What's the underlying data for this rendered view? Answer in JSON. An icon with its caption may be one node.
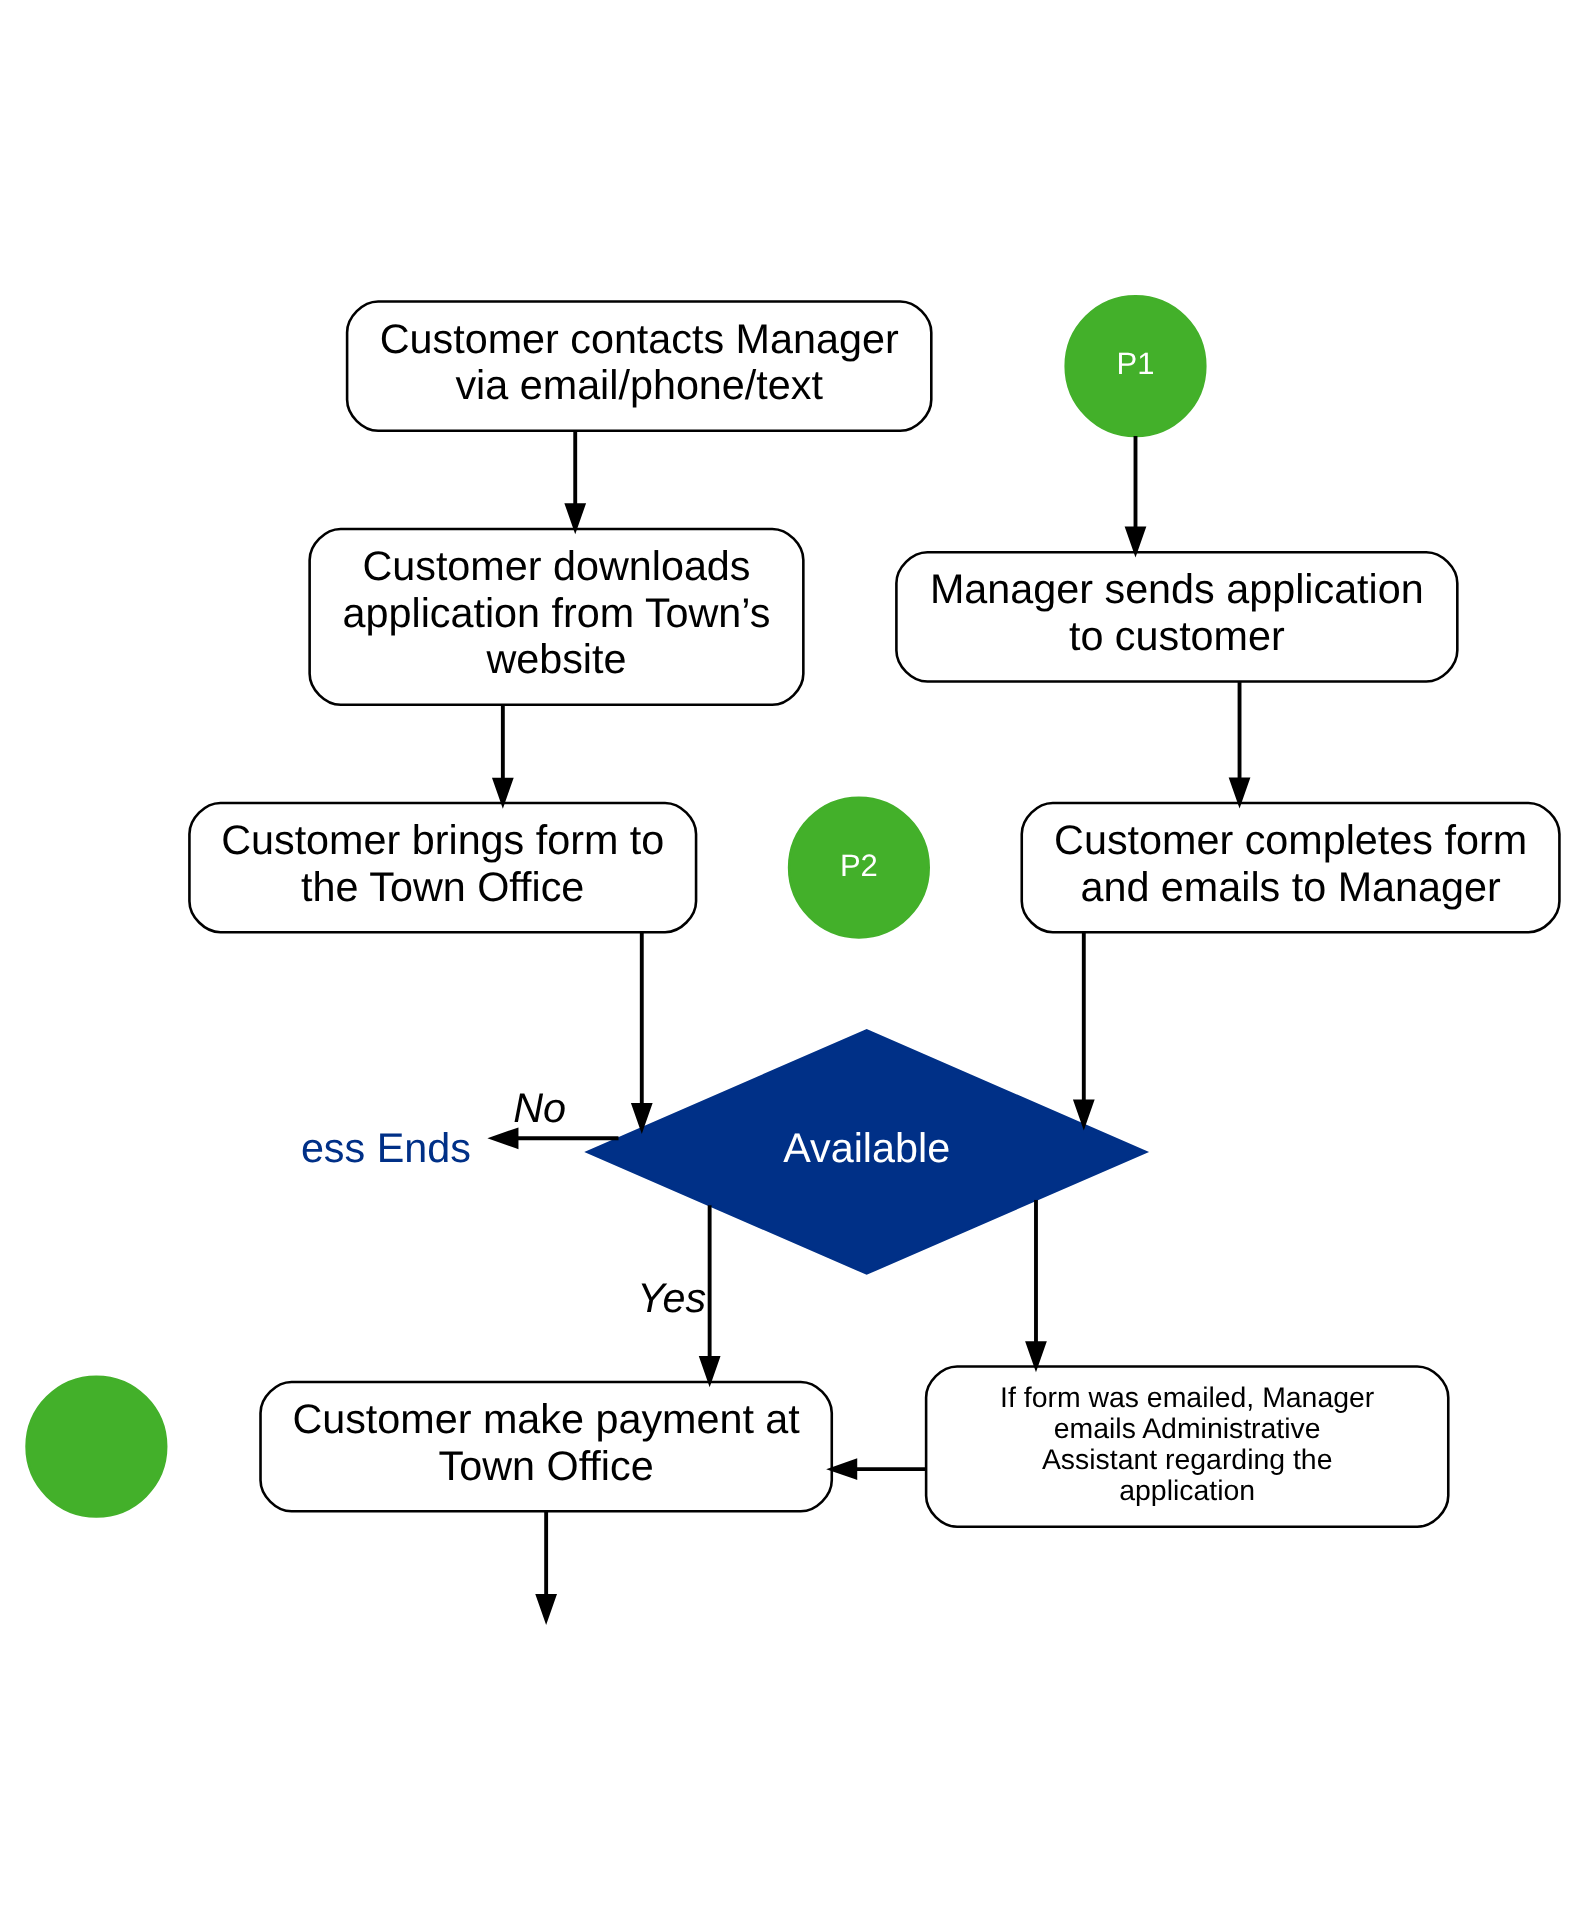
{
  "diagram": {
    "nodes": [
      {
        "text": [
          "Customer contacts Manager via email/phone/text"
        ]
      },
      {
        "text": [
          "P1"
        ]
      },
      {
        "text": [
          "Customer downloads application from Town’s website"
        ]
      },
      {
        "text": [
          "Manager sends application to customer"
        ]
      },
      {
        "text": [
          "Customer brings form to the Town Office"
        ]
      },
      {
        "text": [
          "P2"
        ]
      },
      {
        "text": [
          "Customer completes form and emails to Manager"
        ]
      },
      {
        "text": [
          "Available"
        ]
      },
      {
        "text": [
          "ess Ends"
        ]
      },
      {
        "text": [],
        "shape": "circle"
      },
      {
        "text": [
          "Customer make payment at Town Office"
        ]
      },
      {
        "text": [
          "If form was emailed, Manager emails Administrative Assistant regarding the application"
        ]
      }
    ],
    "edges": [
      {
        "from": 0,
        "to": 2,
        "arrow": "to"
      },
      {
        "from": 1,
        "to": 3,
        "arrow": "to"
      },
      {
        "from": 2,
        "to": 4,
        "arrow": "to"
      },
      {
        "from": 3,
        "to": 6,
        "arrow": "to"
      },
      {
        "from": 4,
        "to": 7,
        "arrow": "to"
      },
      {
        "from": 6,
        "to": 7,
        "arrow": "to"
      },
      {
        "from": 7,
        "to": 8,
        "arrow": "to",
        "label": "No"
      },
      {
        "from": 7,
        "to": 10,
        "arrow": "to",
        "label": "Yes"
      },
      {
        "from": 7,
        "to": 11,
        "arrow": "to"
      },
      {
        "from": 11,
        "to": 10,
        "arrow": "to"
      },
      {
        "from": 10,
        "to": null,
        "arrow": "to"
      }
    ]
  }
}
